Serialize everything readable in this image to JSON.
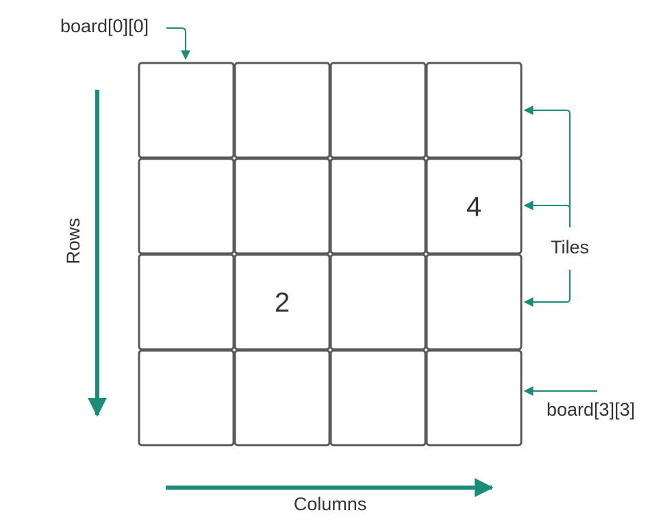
{
  "labels": {
    "top_index": "board[0][0]",
    "bottom_index": "board[3][3]",
    "rows": "Rows",
    "columns": "Columns",
    "tiles": "Tiles"
  },
  "grid": {
    "rows": 4,
    "cols": 4,
    "tiles": [
      [
        "",
        "",
        "",
        ""
      ],
      [
        "",
        "",
        "",
        "4"
      ],
      [
        "",
        "2",
        "",
        ""
      ],
      [
        "",
        "",
        "",
        ""
      ]
    ]
  },
  "colors": {
    "accent": "#1a8c78",
    "tile_border": "#595959",
    "text": "#333333"
  }
}
